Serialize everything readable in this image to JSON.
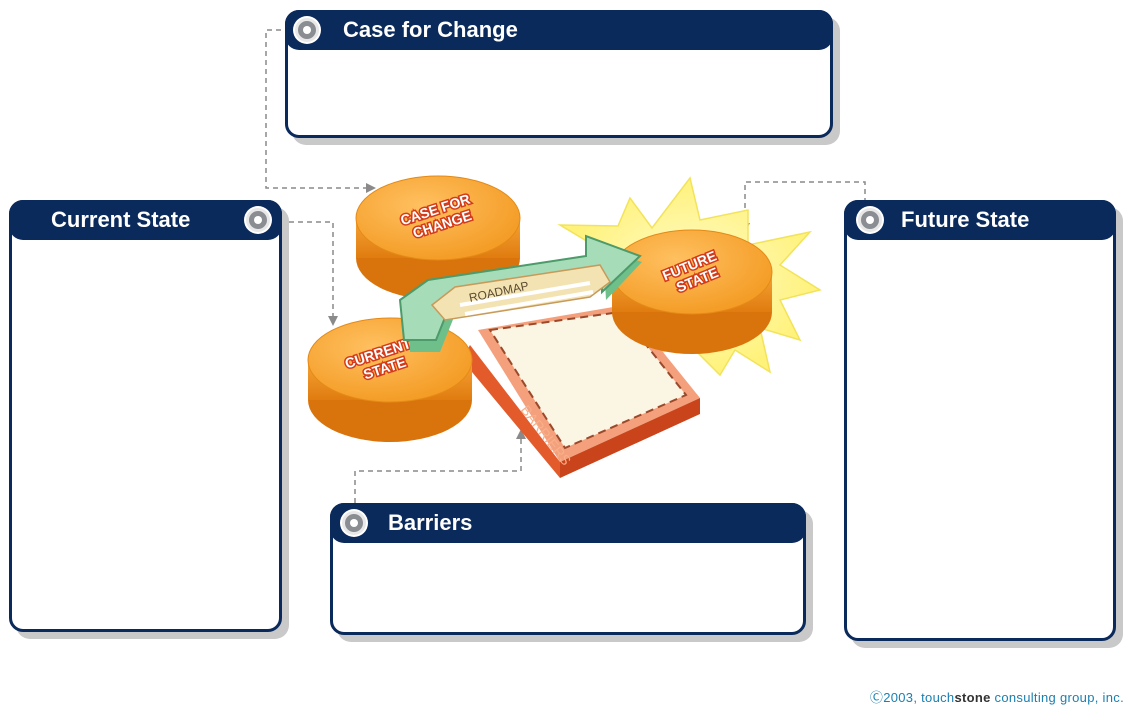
{
  "panels": {
    "case_for_change": {
      "title": "Case for Change"
    },
    "current_state": {
      "title": "Current State"
    },
    "future_state": {
      "title": "Future State"
    },
    "barriers": {
      "title": "Barriers"
    }
  },
  "diagram": {
    "disk_case": [
      "CASE FOR",
      "CHANGE"
    ],
    "disk_current": [
      "CURRENT",
      "STATE"
    ],
    "disk_future": [
      "FUTURE",
      "STATE"
    ],
    "roadmap": "ROADMAP",
    "barriers": "BARRIERS"
  },
  "footer": {
    "copyright_prefix": "Ⓒ2003, touch",
    "copyright_bold": "stone",
    "copyright_suffix": " consulting group, inc."
  },
  "colors": {
    "navy": "#0b2a5c",
    "orange": "#f39a22",
    "red_box": "#e8582a",
    "green_arrow": "#9fd8b0"
  }
}
